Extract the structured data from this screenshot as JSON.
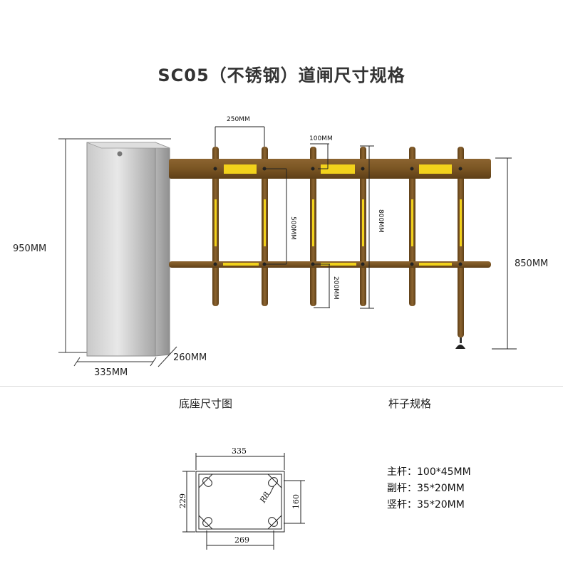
{
  "title": "SC05（不锈钢）道闸尺寸规格",
  "gate_dims": {
    "height": "950MM",
    "width": "335MM",
    "depth": "260MM",
    "arm_height": "850MM"
  },
  "arm_dims": {
    "spacing": "250MM",
    "main_width": "100MM",
    "bar_gap": "500MM",
    "vertical_height": "800MM",
    "bottom_ext": "200MM"
  },
  "sections": {
    "base_title": "底座尺寸图",
    "pole_title": "杆子规格"
  },
  "base_drawing": {
    "top": "335",
    "left": "229",
    "radius": "R8",
    "right": "160",
    "bottom": "269"
  },
  "pole_specs": [
    {
      "label": "主杆：",
      "value": "100*45MM"
    },
    {
      "label": "副杆：",
      "value": "35*20MM"
    },
    {
      "label": "竖杆：",
      "value": "35*20MM"
    }
  ],
  "colors": {
    "arm_brown": "#7a5523",
    "reflector_yellow": "#f2d21b",
    "steel_light": "#d9d9d9",
    "steel_dark": "#9c9c9c"
  }
}
